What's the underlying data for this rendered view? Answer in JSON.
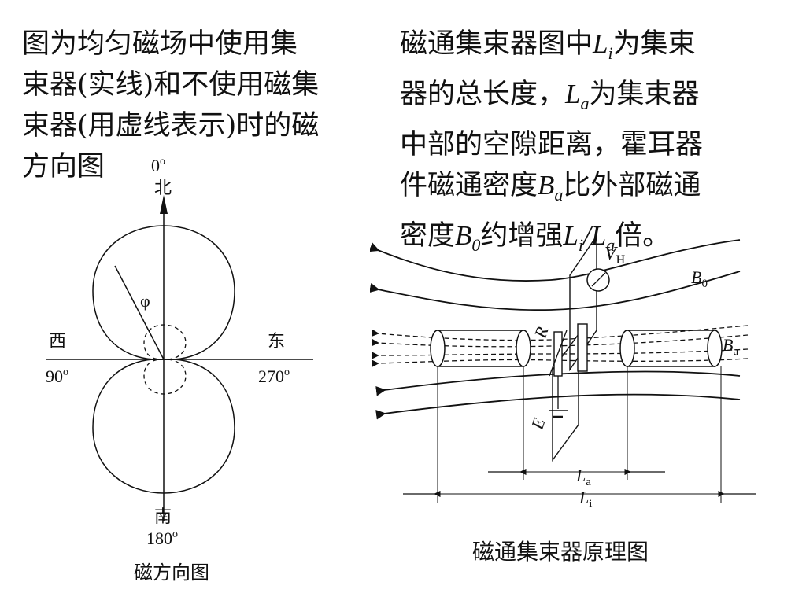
{
  "left_text": {
    "line1": "图为均匀磁场中使用集",
    "line2": "束器(实线)和不使用磁集",
    "line3": "束器(用虚线表示)时的磁",
    "line4": "方向图"
  },
  "right_text": {
    "p1": "磁通集束器图中",
    "Li_L": "L",
    "Li_sub": "i",
    "p2": "为集束",
    "p3": "器的总长度，",
    "La_L": "L",
    "La_sub": "a",
    "p4": "为集束器",
    "p5": "中部的空隙距离，霍耳器",
    "p6": "件磁通密度",
    "Ba_B": "B",
    "Ba_sub": "a",
    "p7": "比外部磁通",
    "p8": "密度",
    "B0_B": "B",
    "B0_sub": "0",
    "p9": "约增强",
    "ratio_L1": "L",
    "ratio_sub1": "i",
    "ratio_slash": "/",
    "ratio_L2": "L",
    "ratio_sub2": "a",
    "p10": "倍。"
  },
  "compass": {
    "north_deg": "0",
    "north_sup": "o",
    "north": "北",
    "west": "西",
    "west_deg": "90",
    "west_sup": "o",
    "east": "东",
    "east_deg": "270",
    "east_sup": "o",
    "south": "南",
    "south_deg": "180",
    "south_sup": "o",
    "angle": "φ",
    "caption": "磁方向图"
  },
  "flux": {
    "VH_V": "V",
    "VH_sub": "H",
    "B0_B": "B",
    "B0_sub": "0",
    "Ba_B": "B",
    "Ba_sub": "a",
    "R": "R",
    "E": "E",
    "La_L": "L",
    "La_sub": "a",
    "Li_L": "L",
    "Li_sub": "i",
    "caption": "磁通集束器原理图"
  }
}
